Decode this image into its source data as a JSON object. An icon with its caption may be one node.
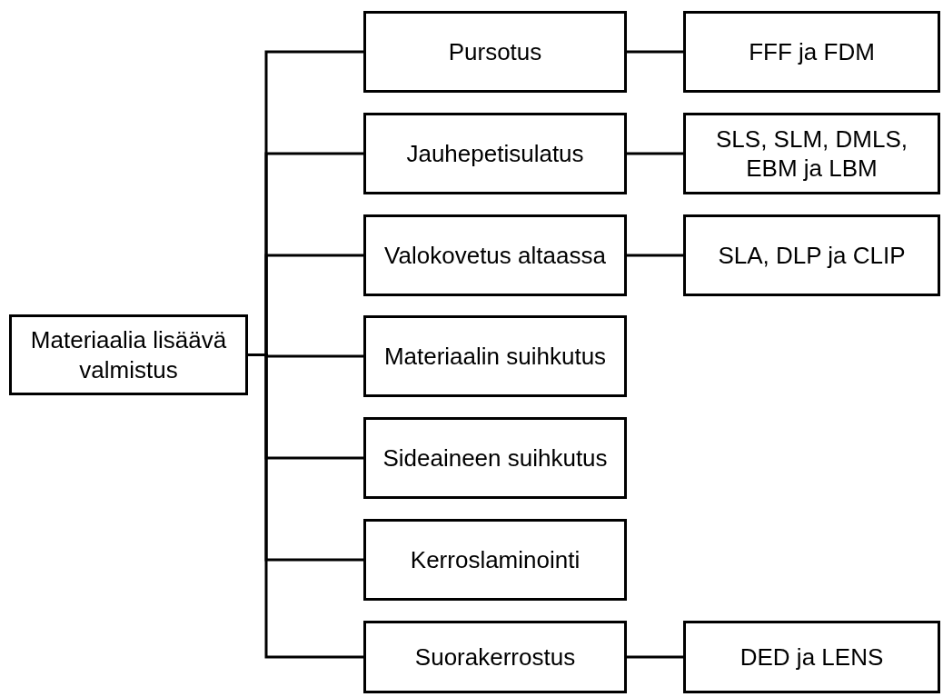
{
  "diagram": {
    "nodes": [
      {
        "text": [
          "Materiaalia lisäävä valmistus"
        ]
      },
      {
        "text": [
          "Pursotus"
        ]
      },
      {
        "text": [
          "FFF ja FDM"
        ]
      },
      {
        "text": [
          "Jauhepetisulatus"
        ]
      },
      {
        "text": [
          "SLS, SLM, DMLS, EBM ja LBM"
        ]
      },
      {
        "text": [
          "Valokovetus altaassa"
        ]
      },
      {
        "text": [
          "SLA, DLP ja CLIP"
        ]
      },
      {
        "text": [
          "Materiaalin suihkutus"
        ]
      },
      {
        "text": [
          "Sideaineen suihkutus"
        ]
      },
      {
        "text": [
          "Kerroslaminointi"
        ]
      },
      {
        "text": [
          "Suorakerrostus"
        ]
      },
      {
        "text": [
          "DED ja LENS"
        ]
      }
    ],
    "edges": [
      {
        "from": 0,
        "to": 1,
        "arrow": "none"
      },
      {
        "from": 0,
        "to": 3,
        "arrow": "none"
      },
      {
        "from": 0,
        "to": 5,
        "arrow": "none"
      },
      {
        "from": 0,
        "to": 7,
        "arrow": "none"
      },
      {
        "from": 0,
        "to": 8,
        "arrow": "none"
      },
      {
        "from": 0,
        "to": 9,
        "arrow": "none"
      },
      {
        "from": 0,
        "to": 10,
        "arrow": "none"
      },
      {
        "from": 1,
        "to": 2,
        "arrow": "none"
      },
      {
        "from": 3,
        "to": 4,
        "arrow": "none"
      },
      {
        "from": 5,
        "to": 6,
        "arrow": "none"
      },
      {
        "from": 10,
        "to": 11,
        "arrow": "none"
      }
    ]
  }
}
